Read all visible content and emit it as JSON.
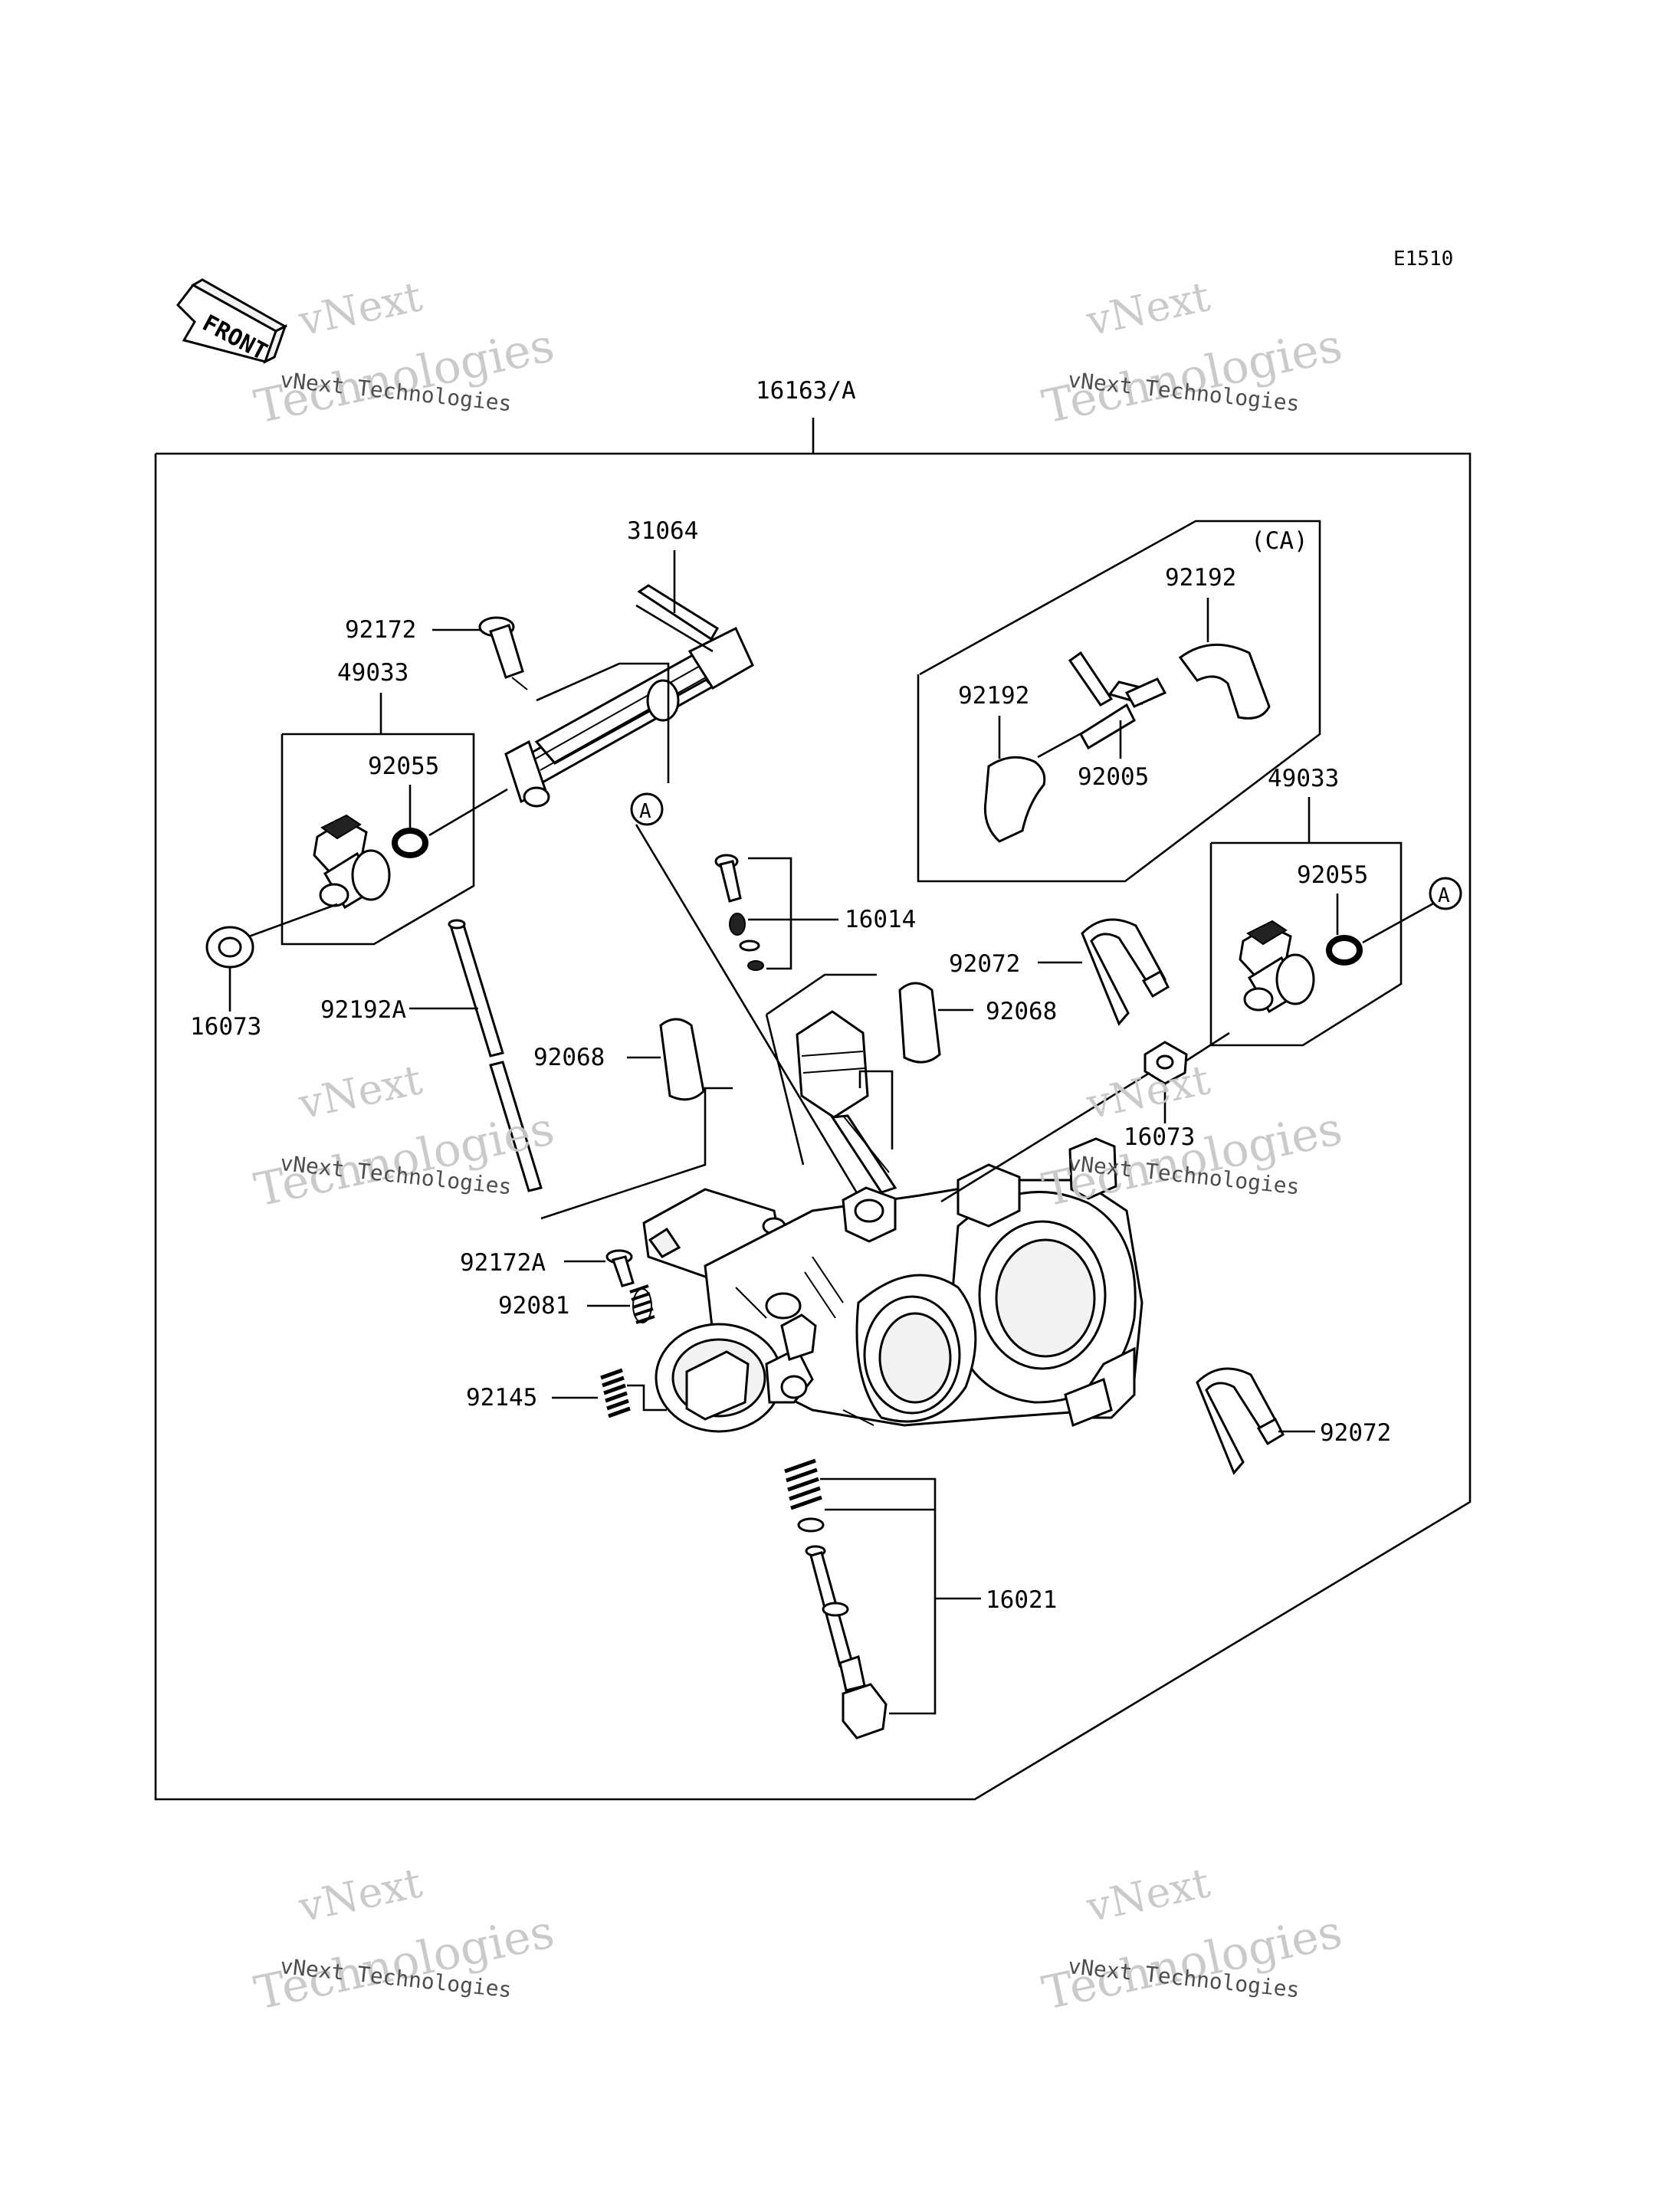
{
  "diagram": {
    "code": "E1510",
    "front_label": "FRONT",
    "ref_marker": "A",
    "watermark": {
      "big_line1": "vNext",
      "big_line2": "Technologies",
      "small": "vNext Technologies"
    },
    "parts": {
      "assembly": "16163/A",
      "p31064": "31064",
      "p92172": "92172",
      "p49033_left": "49033",
      "p92055_left": "92055",
      "p16073_left": "16073",
      "p92192A": "92192A",
      "p92068_left": "92068",
      "p92172A": "92172A",
      "p92081": "92081",
      "p92145": "92145",
      "ca": "(CA)",
      "p92192_right": "92192",
      "p92192_left": "92192",
      "p92005": "92005",
      "p49033_right": "49033",
      "p92055_right": "92055",
      "p16014": "16014",
      "p92072_top": "92072",
      "p92068_right": "92068",
      "p16073_right": "16073",
      "p92072_bottom": "92072",
      "p16021": "16021"
    }
  }
}
